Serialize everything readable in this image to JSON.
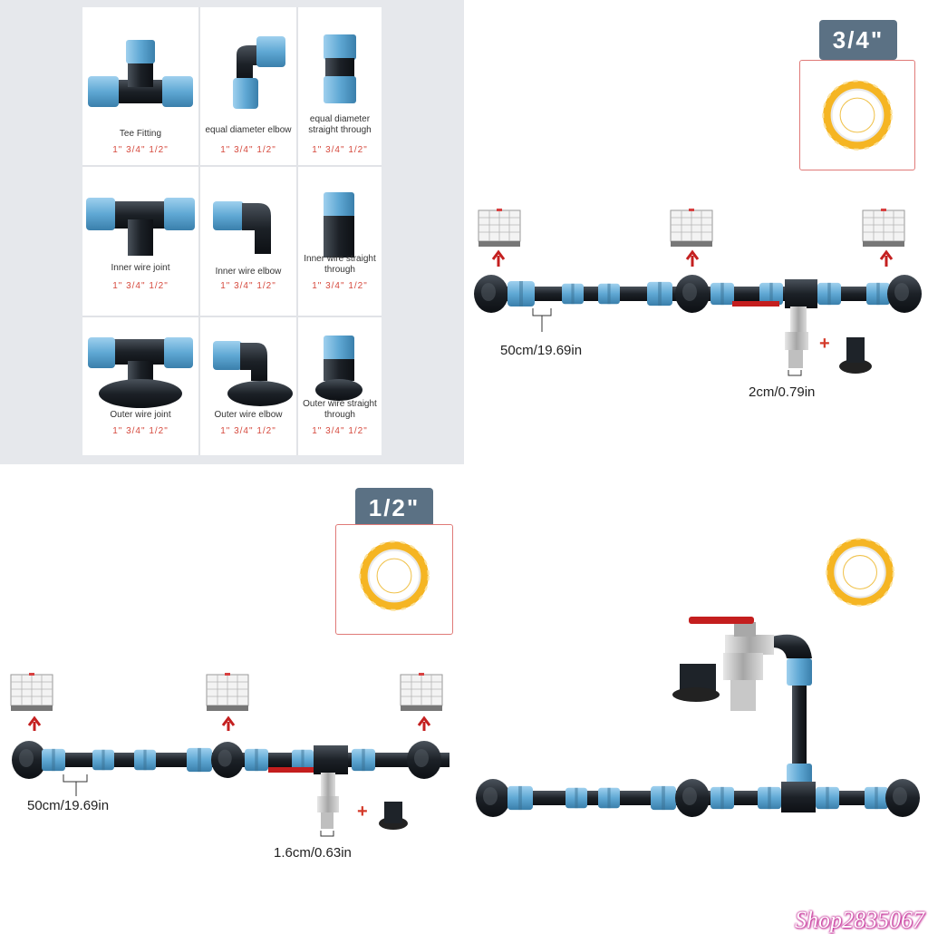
{
  "catalog": {
    "items": [
      {
        "name": "Tee Fitting",
        "sizes": "1\"  3/4\"  1/2\""
      },
      {
        "name": "equal diameter elbow",
        "sizes": "1\"  3/4\"  1/2\""
      },
      {
        "name": "equal diameter straight through",
        "sizes": "1\"  3/4\"  1/2\""
      },
      {
        "name": "Inner wire joint",
        "sizes": "1\"  3/4\"  1/2\""
      },
      {
        "name": "Inner wire elbow",
        "sizes": "1\"  3/4\"  1/2\""
      },
      {
        "name": "Inner wire straight through",
        "sizes": "1\"  3/4\"  1/2\""
      },
      {
        "name": "Outer wire joint",
        "sizes": "1\"  3/4\"  1/2\""
      },
      {
        "name": "Outer wire elbow",
        "sizes": "1\"  3/4\"  1/2\""
      },
      {
        "name": "Outer wire straight through",
        "sizes": "1\"  3/4\"  1/2\""
      }
    ]
  },
  "kit_34": {
    "badge": "3/4\"",
    "pipe_length": "50cm/19.69in",
    "nozzle_size": "2cm/0.79in",
    "plus": "+"
  },
  "kit_12": {
    "badge": "1/2\"",
    "pipe_length": "50cm/19.69in",
    "nozzle_size": "1.6cm/0.63in",
    "plus": "+"
  },
  "watermark": "Shop2835067",
  "colors": {
    "pipe_blue": "#6aaed6",
    "pipe_black": "#1e2329",
    "valve_red": "#c41e1e",
    "tape_yellow": "#f5b523",
    "badge_bg": "#5b7184",
    "size_red": "#d64a3e"
  }
}
